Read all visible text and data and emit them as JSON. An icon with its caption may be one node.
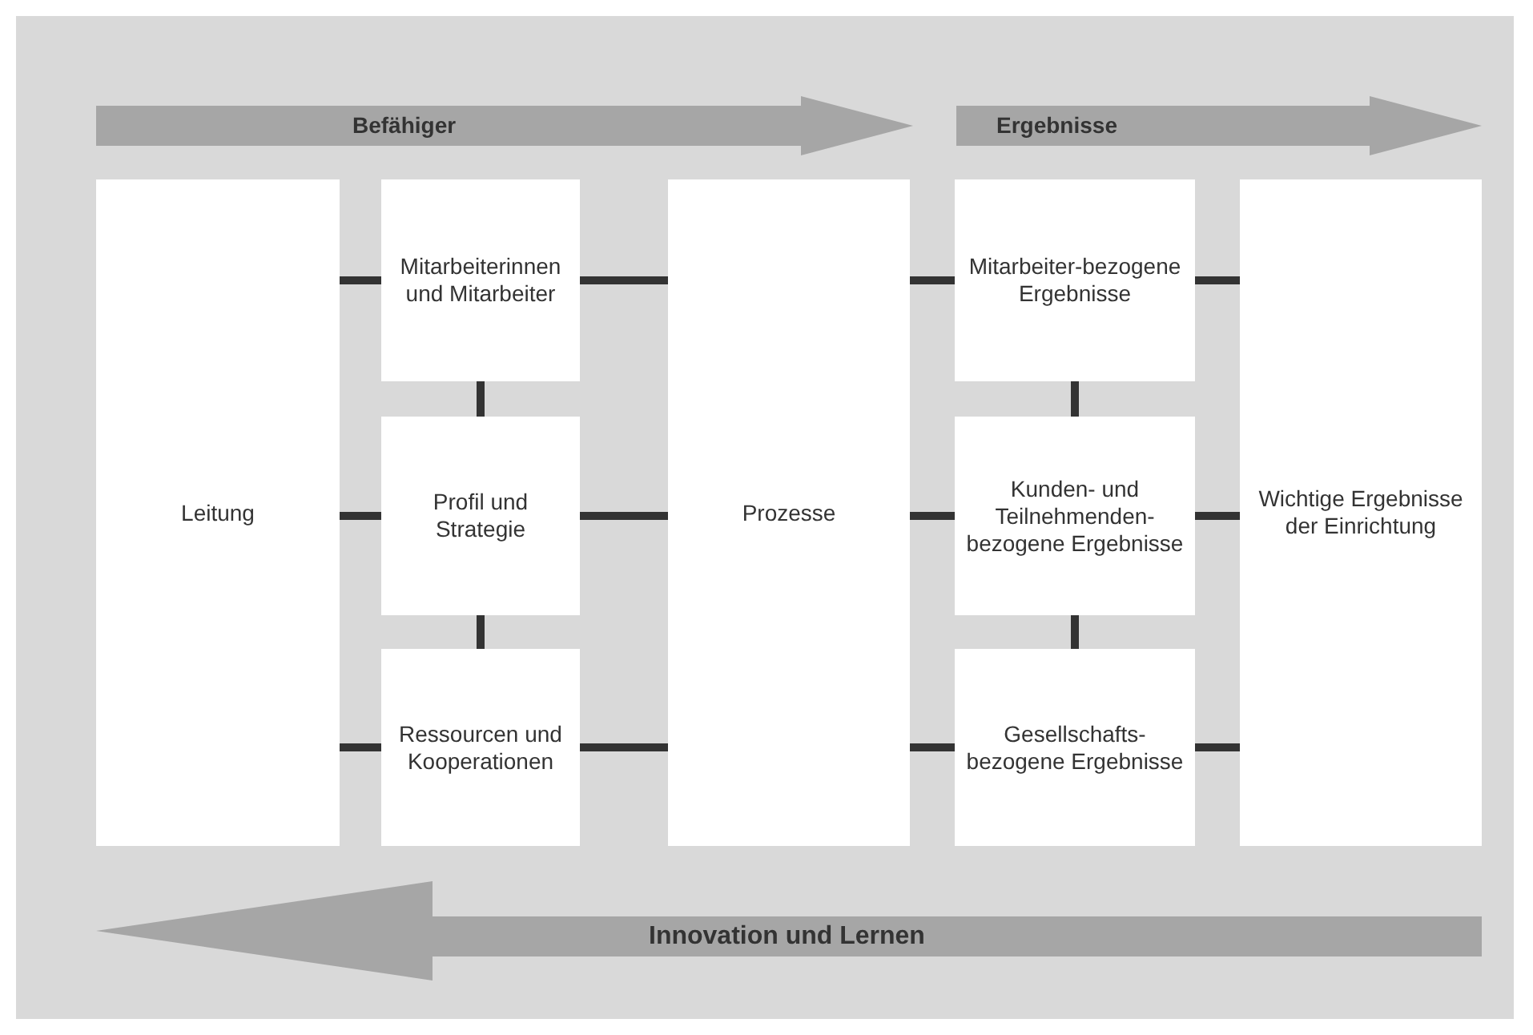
{
  "diagram": {
    "nodes": [
      {
        "text": [
          "Befähiger"
        ]
      },
      {
        "text": [
          "Ergebnisse"
        ]
      },
      {
        "text": [
          "Leitung"
        ]
      },
      {
        "text": [
          "Mitarbeiterinnen und Mitarbeiter"
        ]
      },
      {
        "text": [
          "Profil und Strategie"
        ]
      },
      {
        "text": [
          "Ressourcen und Kooperationen"
        ]
      },
      {
        "text": [
          "Prozesse"
        ]
      },
      {
        "text": [
          "Mitarbeiter-bezogene Ergebnisse"
        ]
      },
      {
        "text": [
          "Kunden- und Teilnehmenden-bezogene Ergebnisse"
        ]
      },
      {
        "text": [
          "Gesellschafts-bezogene Ergebnisse"
        ]
      },
      {
        "text": [
          "Wichtige Ergebnisse der Einrichtung"
        ]
      },
      {
        "text": [
          "Innovation und Lernen"
        ]
      }
    ],
    "edges": [
      {
        "from": 2,
        "to": 3,
        "arrow": "none"
      },
      {
        "from": 2,
        "to": 4,
        "arrow": "none"
      },
      {
        "from": 2,
        "to": 5,
        "arrow": "none"
      },
      {
        "from": 3,
        "to": 4,
        "arrow": "none"
      },
      {
        "from": 4,
        "to": 5,
        "arrow": "none"
      },
      {
        "from": 3,
        "to": 6,
        "arrow": "none"
      },
      {
        "from": 4,
        "to": 6,
        "arrow": "none"
      },
      {
        "from": 5,
        "to": 6,
        "arrow": "none"
      },
      {
        "from": 6,
        "to": 7,
        "arrow": "none"
      },
      {
        "from": 6,
        "to": 8,
        "arrow": "none"
      },
      {
        "from": 6,
        "to": 9,
        "arrow": "none"
      },
      {
        "from": 7,
        "to": 8,
        "arrow": "none"
      },
      {
        "from": 8,
        "to": 9,
        "arrow": "none"
      },
      {
        "from": 7,
        "to": 10,
        "arrow": "none"
      },
      {
        "from": 8,
        "to": 10,
        "arrow": "none"
      },
      {
        "from": 9,
        "to": 10,
        "arrow": "none"
      }
    ]
  }
}
